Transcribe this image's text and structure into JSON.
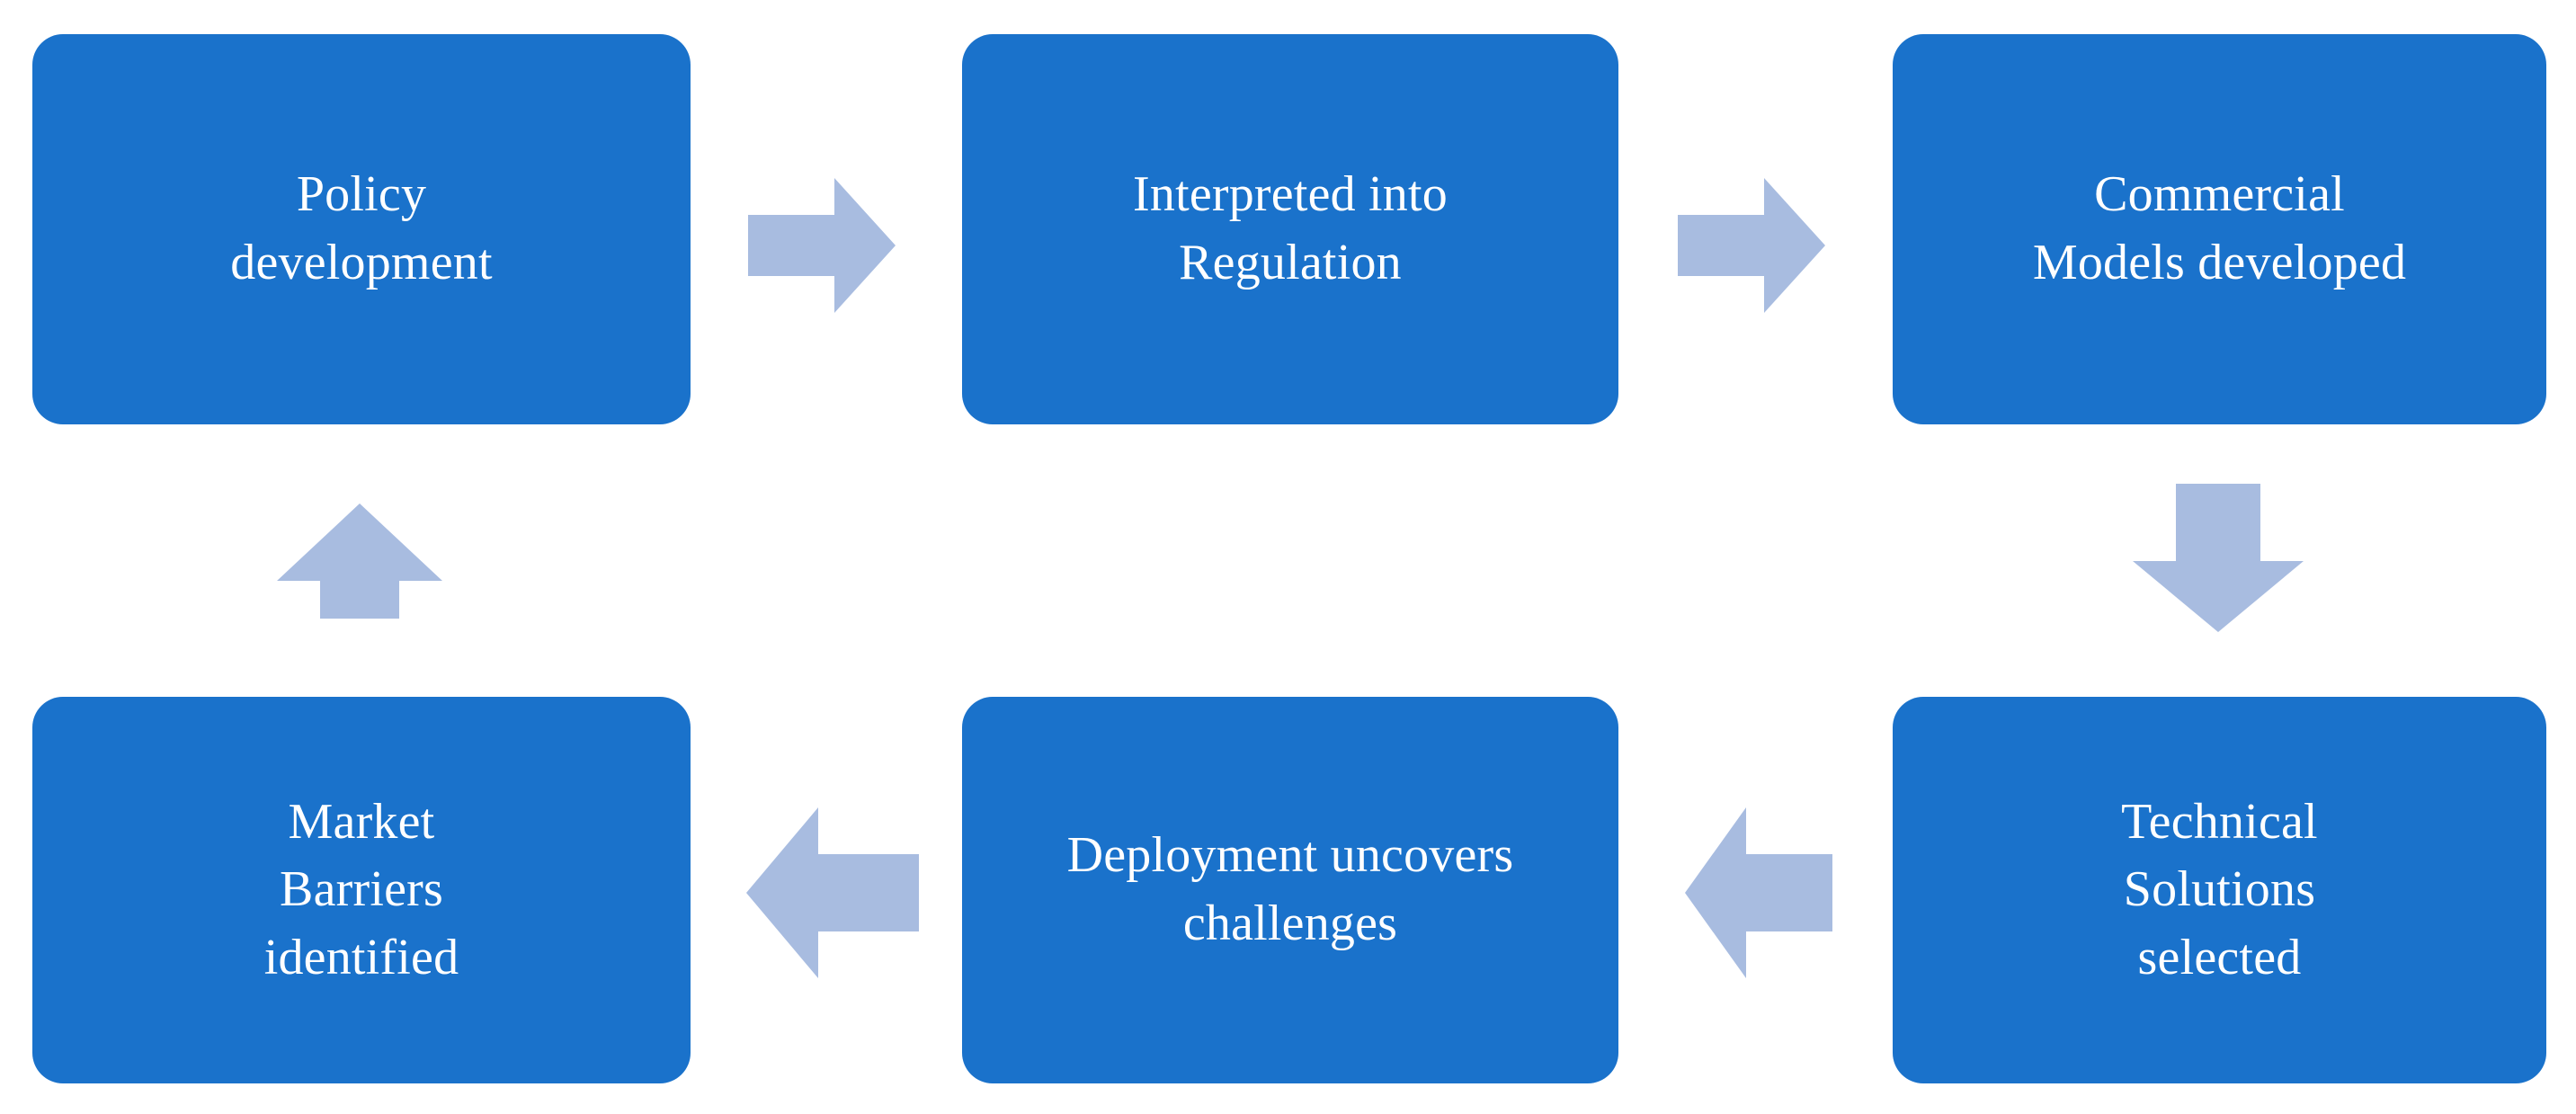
{
  "diagram": {
    "type": "cycle-process-flow",
    "title": "Policy to market barriers feedback cycle",
    "colors": {
      "box_fill": "#1a72cb",
      "box_text": "#ffffff",
      "arrow_fill": "#a8bce0",
      "background": "#ffffff"
    },
    "nodes": [
      {
        "id": "policy-development",
        "label": "Policy\ndevelopment",
        "row": "top",
        "column": 1
      },
      {
        "id": "interpreted-regulation",
        "label": "Interpreted into\nRegulation",
        "row": "top",
        "column": 2
      },
      {
        "id": "commercial-models",
        "label": "Commercial\nModels developed",
        "row": "top",
        "column": 3
      },
      {
        "id": "technical-solutions",
        "label": "Technical\nSolutions\nselected",
        "row": "bottom",
        "column": 3
      },
      {
        "id": "deployment-challenges",
        "label": "Deployment uncovers\nchallenges",
        "row": "bottom",
        "column": 2
      },
      {
        "id": "market-barriers",
        "label": "Market\nBarriers\nidentified",
        "row": "bottom",
        "column": 1
      }
    ],
    "arrows": [
      {
        "id": "policy-to-regulation",
        "from": "policy-development",
        "to": "interpreted-regulation",
        "direction": "right",
        "icon": "arrow-right-icon"
      },
      {
        "id": "regulation-to-models",
        "from": "interpreted-regulation",
        "to": "commercial-models",
        "direction": "right",
        "icon": "arrow-right-icon"
      },
      {
        "id": "models-to-technical",
        "from": "commercial-models",
        "to": "technical-solutions",
        "direction": "down",
        "icon": "arrow-down-icon"
      },
      {
        "id": "technical-to-deployment",
        "from": "technical-solutions",
        "to": "deployment-challenges",
        "direction": "left",
        "icon": "arrow-left-icon"
      },
      {
        "id": "deployment-to-market",
        "from": "deployment-challenges",
        "to": "market-barriers",
        "direction": "left",
        "icon": "arrow-left-icon"
      },
      {
        "id": "market-to-policy",
        "from": "market-barriers",
        "to": "policy-development",
        "direction": "up",
        "icon": "arrow-up-icon"
      }
    ]
  }
}
